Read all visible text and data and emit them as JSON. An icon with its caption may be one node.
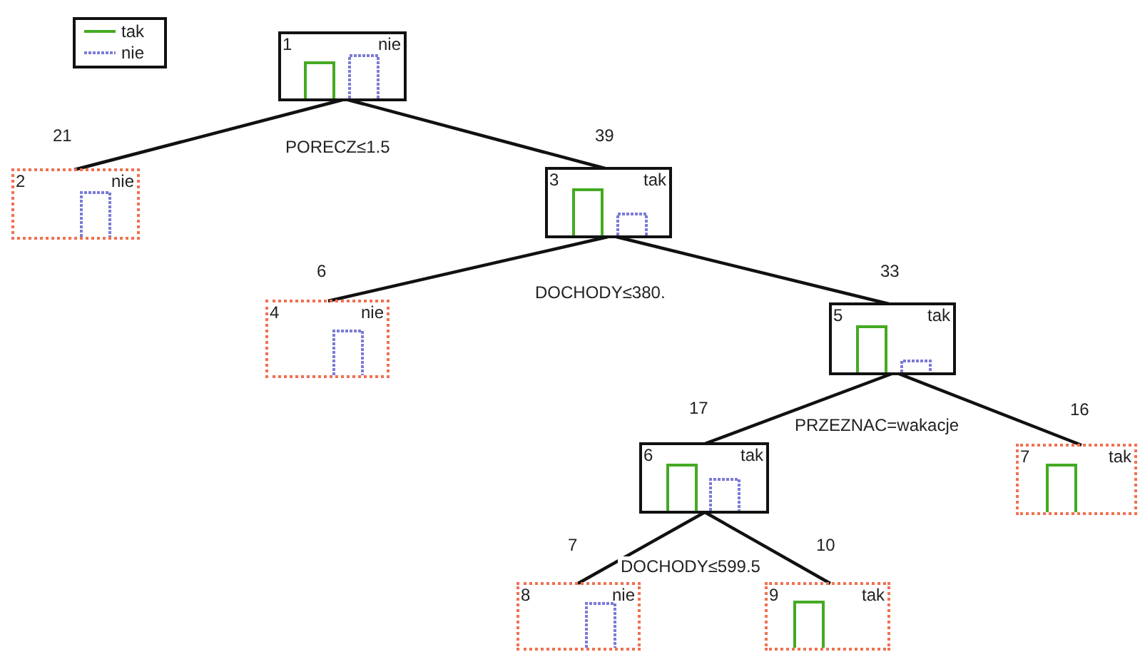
{
  "diagram": {
    "nodes": [
      {
        "text": [
          "1",
          "nie"
        ]
      },
      {
        "text": [
          "2",
          "nie"
        ],
        "beside": [
          "21"
        ]
      },
      {
        "text": [
          "3",
          "tak"
        ],
        "beside": [
          "39"
        ]
      },
      {
        "text": [
          "4",
          "nie"
        ],
        "beside": [
          "6"
        ]
      },
      {
        "text": [
          "5",
          "tak"
        ],
        "beside": [
          "33"
        ]
      },
      {
        "text": [
          "6",
          "tak"
        ],
        "beside": [
          "17"
        ]
      },
      {
        "text": [
          "7",
          "tak"
        ],
        "beside": [
          "16"
        ]
      },
      {
        "text": [
          "8",
          "nie"
        ],
        "beside": [
          "7"
        ]
      },
      {
        "text": [
          "9",
          "tak"
        ],
        "beside": [
          "10"
        ]
      }
    ],
    "edges": [
      {
        "from": 0,
        "to": 1,
        "arrow": "none"
      },
      {
        "from": 0,
        "to": 2,
        "arrow": "none"
      },
      {
        "from": 2,
        "to": 3,
        "arrow": "none"
      },
      {
        "from": 2,
        "to": 4,
        "arrow": "none"
      },
      {
        "from": 4,
        "to": 5,
        "arrow": "none"
      },
      {
        "from": 4,
        "to": 6,
        "arrow": "none"
      },
      {
        "from": 5,
        "to": 7,
        "arrow": "none"
      },
      {
        "from": 5,
        "to": 8,
        "arrow": "none"
      }
    ],
    "labels": [
      "PORECZ≤1.5",
      "DOCHODY≤380.",
      "PRZEZNAC=wakacje",
      "DOCHODY≤599.5"
    ],
    "legend": [
      {
        "text": "tak"
      },
      {
        "text": "nie"
      }
    ]
  }
}
